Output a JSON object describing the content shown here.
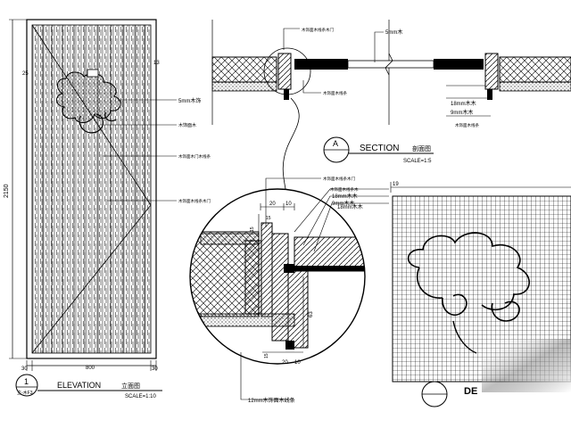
{
  "elevation": {
    "title": "ELEVATION",
    "title_cn": "立面图",
    "scale": "SCALE=1:10",
    "marker_number": "1",
    "marker_ref": "立-木F3",
    "dim_height": "2150",
    "dim_width": "800",
    "dim_left_margin": "30",
    "dim_right_margin": "30",
    "dim_top_left": "25",
    "dim_top_right": "13",
    "callouts": [
      "5mm木饰",
      "木饰面木",
      "木饰面木门木线条",
      "木饰面木线条木门"
    ]
  },
  "section": {
    "title": "SECTION",
    "title_cn": "剖面图",
    "scale": "SCALE=1:5",
    "marker_letter": "A",
    "callouts_top": [
      "木饰面木线条木门",
      "5mm木"
    ],
    "callouts_right": [
      "18mm木木",
      "9mm木木",
      "木饰面木线条"
    ],
    "callout_left": "木饰面木线条"
  },
  "detail_circle": {
    "callouts": [
      "木饰面木线条木门",
      "木饰面木线条木",
      "18mm木木",
      "9mm木木",
      "18mm木木"
    ],
    "dims_top": [
      "20",
      "10"
    ],
    "dim_left": "15",
    "dim_left2": "15",
    "dim_mid": "63",
    "dims_bottom": [
      "20",
      "10"
    ],
    "dim_bottom_left": "15",
    "bottom_callout": "12mm木饰面木线条"
  },
  "detail_panel": {
    "title": "DE",
    "dim": "19"
  }
}
